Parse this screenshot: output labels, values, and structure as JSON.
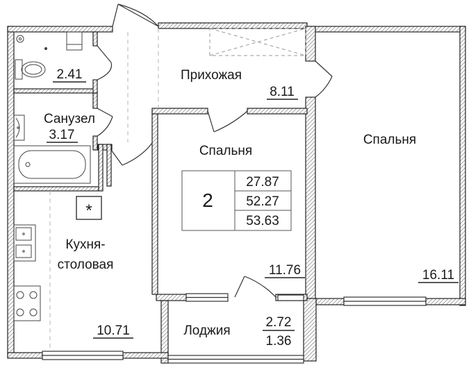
{
  "plan": {
    "rooms": {
      "wc": {
        "area": "2.41"
      },
      "bathroom": {
        "name": "Санузел",
        "area": "3.17"
      },
      "hallway": {
        "name": "Прихожая",
        "area": "8.11"
      },
      "bedroom_center": {
        "name": "Спальня",
        "area": "11.76"
      },
      "bedroom_right": {
        "name": "Спальня",
        "area": "16.11"
      },
      "kitchen": {
        "name_line1": "Кухня-",
        "name_line2": "столовая",
        "area": "10.71"
      },
      "loggia": {
        "name": "Лоджия",
        "area": "2.72",
        "area_reduced": "1.36"
      }
    },
    "summary": {
      "rooms_count": "2",
      "living_area": "27.87",
      "total_area": "52.27",
      "total_with_loggia": "53.63"
    },
    "vent_symbol": "*"
  },
  "colors": {
    "wall_hatch": "#b0b0b0",
    "line": "#222222",
    "dash": "#9a9a9a"
  }
}
